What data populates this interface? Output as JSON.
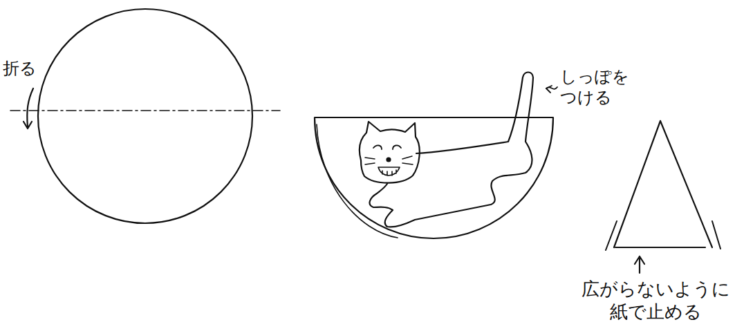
{
  "diagram": {
    "labels": [
      "折る",
      "しっぽを つける",
      "広がらないように 紙で止める"
    ]
  }
}
